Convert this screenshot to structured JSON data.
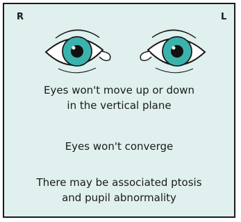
{
  "labels": {
    "right": "R",
    "left": "L"
  },
  "captions": {
    "vertical_line1": "Eyes won't move up or down",
    "vertical_line2": "in the vertical plane",
    "converge": "Eyes won't converge",
    "ptosis_line1": "There may be associated ptosis",
    "ptosis_line2": "and pupil abnormality"
  },
  "colors": {
    "iris": "#3bb3ad",
    "pupil": "#111111",
    "outline": "#1a1a1a",
    "background": "#dff0ee"
  }
}
